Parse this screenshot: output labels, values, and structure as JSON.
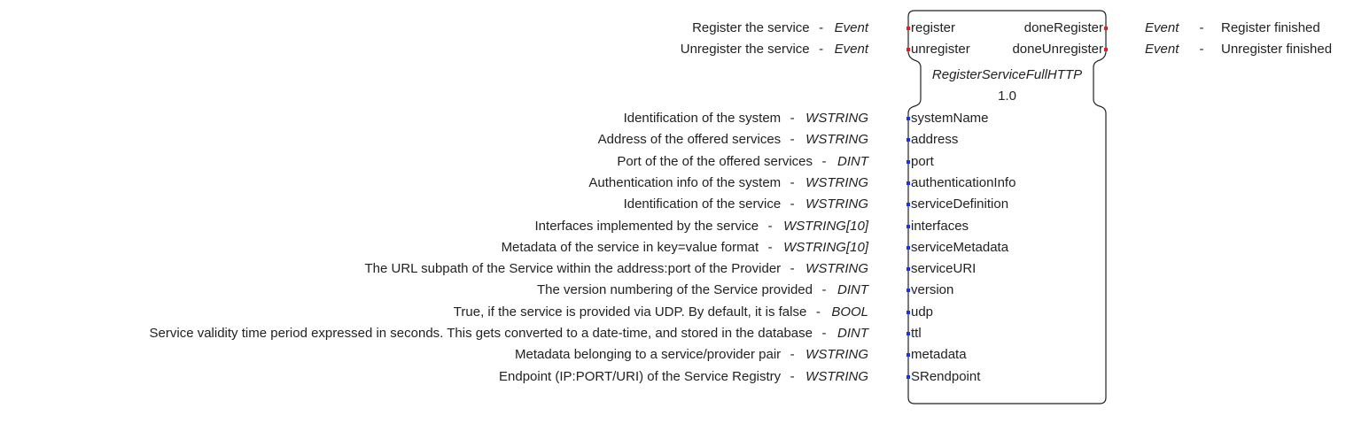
{
  "block": {
    "name": "RegisterServiceFullHTTP",
    "version": "1.0"
  },
  "event_inputs": [
    {
      "name": "register",
      "type": "Event",
      "description": "Register the service"
    },
    {
      "name": "unregister",
      "type": "Event",
      "description": "Unregister the service"
    }
  ],
  "event_outputs": [
    {
      "name": "doneRegister",
      "type": "Event",
      "description": "Register finished"
    },
    {
      "name": "doneUnregister",
      "type": "Event",
      "description": "Unregister finished"
    }
  ],
  "data_inputs": [
    {
      "name": "systemName",
      "type": "WSTRING",
      "description": "Identification of the system"
    },
    {
      "name": "address",
      "type": "WSTRING",
      "description": "Address of the offered services"
    },
    {
      "name": "port",
      "type": "DINT",
      "description": "Port of the of the offered services"
    },
    {
      "name": "authenticationInfo",
      "type": "WSTRING",
      "description": "Authentication info of the system"
    },
    {
      "name": "serviceDefinition",
      "type": "WSTRING",
      "description": "Identification of the service"
    },
    {
      "name": "interfaces",
      "type": "WSTRING[10]",
      "description": "Interfaces implemented by the service"
    },
    {
      "name": "serviceMetadata",
      "type": "WSTRING[10]",
      "description": "Metadata of the service in key=value format"
    },
    {
      "name": "serviceURI",
      "type": "WSTRING",
      "description": "The URL subpath of the Service within the address:port of the Provider"
    },
    {
      "name": "version",
      "type": "DINT",
      "description": "The version numbering of the Service provided"
    },
    {
      "name": "udp",
      "type": "BOOL",
      "description": "True, if the service is provided via UDP. By default, it is false"
    },
    {
      "name": "ttl",
      "type": "DINT",
      "description": "Service validity time period expressed in seconds. This gets converted to a date-time, and stored in the database"
    },
    {
      "name": "metadata",
      "type": "WSTRING",
      "description": "Metadata belonging to a service/provider pair"
    },
    {
      "name": "SRendpoint",
      "type": "WSTRING",
      "description": "Endpoint (IP:PORT/URI) of the Service Registry"
    }
  ],
  "separator": "-",
  "colors": {
    "event_pin": "#e02020",
    "data_pin": "#2030e0",
    "outline": "#222222"
  }
}
